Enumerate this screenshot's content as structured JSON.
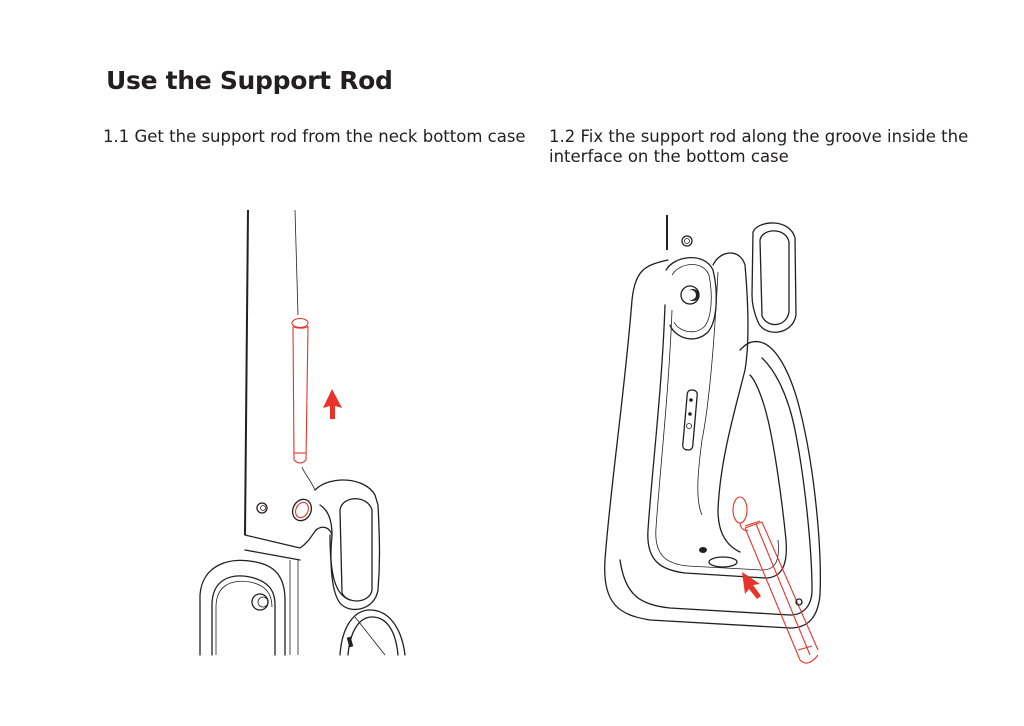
{
  "document": {
    "title": "Use the Support Rod",
    "steps": [
      {
        "number": "1.1",
        "text": "1.1 Get the support rod from the neck bottom case",
        "illustration": "support-rod-removal",
        "arrow_direction": "up"
      },
      {
        "number": "1.2",
        "text": "1.2 Fix the support rod along the groove inside the interface on the bottom case",
        "illustration": "support-rod-installation",
        "arrow_direction": "up-left"
      }
    ]
  },
  "colors": {
    "text": "#231f20",
    "highlight": "#e8332a",
    "background": "#ffffff"
  }
}
